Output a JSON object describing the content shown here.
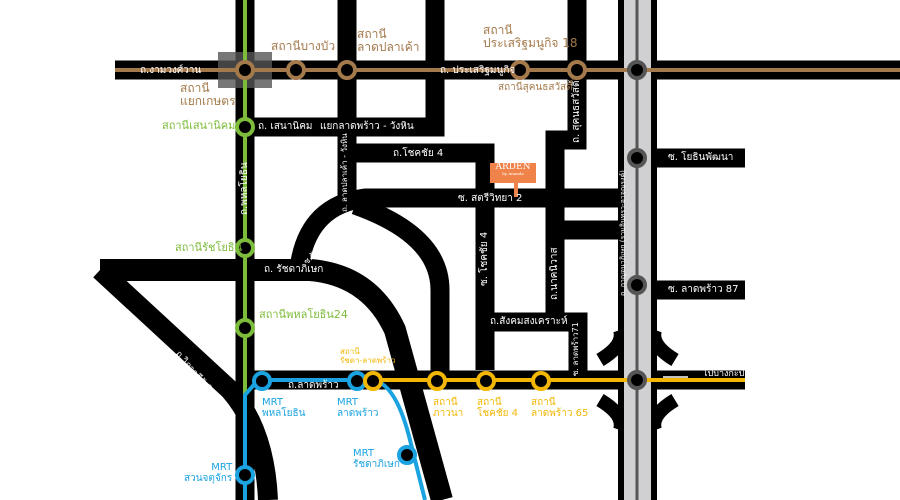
{
  "colors": {
    "brown_line": "#a47a4c",
    "green_line": "#7dbb3a",
    "blue_line": "#1aa3e0",
    "yellow_line": "#f2b705",
    "marker": "#f0834a",
    "road": "#000000",
    "expressway": "#d0d0d2"
  },
  "marker": {
    "name": "ARDEN",
    "tagline": "by Ananda"
  },
  "roads": {
    "ngam_wong_wan": "ถ.งามวงศ์วาน",
    "prasert": "ถ. ประเสริฐมนูกิจ",
    "senanikhom": "ถ. เสนานิคม",
    "lat_pla_khao_junction": "แยกลาดพร้าว - วังหิน",
    "phahonyothin": "ถ.พหลโยธิน",
    "lat_pla_khao": "ถ. ลาดปลาเค้า - วังหิน",
    "chokchai4_top": "ถ.โชคชัย 4",
    "sukhonthasawat": "ถ. สุคนธสวัสดิ์",
    "satri_witthaya2": "ซ. สตรีวิทยา 2",
    "ratchada32": "ซ.รัชดา 32",
    "ratchadaphisek": "ถ. รัชดาภิเษก",
    "chokchai4": "ซ. โชคชัย 4",
    "nak_niwat": "ถ.นาคนิวาส",
    "sangkhom": "ถ.สังคมสงเคราะห์",
    "ladprao71": "ซ. ลาดพร้าว71",
    "kaset_nawamin": "ถ. กาญจนาภิเษก (รามอินทรา-อาจณรงค์)",
    "yothin_phatthana": "ซ. โยธินพัฒนา",
    "ladprao87": "ซ. ลาดพร้าว 87",
    "to_bangkapi": "ไปบางกะปิ",
    "vibhavadi": "ถ.วิภาวดีรังสิต",
    "ladprao": "ถ.ลาดพร้าว"
  },
  "stations": {
    "bang_bua": "สถานีบางบัว",
    "lat_pla_khao": [
      "สถานี",
      "ลาดปลาเค้า"
    ],
    "prasert18": [
      "สถานี",
      "ประเสริฐมนูกิจ 18"
    ],
    "sukhonthasawat": "สถานีสุคนธสวัสดิ์",
    "kaset": [
      "สถานี",
      "แยกเกษตร"
    ],
    "senanikhom": "สถานีเสนานิคม",
    "ratchayothin": "สถานีรัชโยธิน",
    "phahon24": "สถานีพหลโยธิน24",
    "ratchada_ladprao": [
      "สถานี",
      "รัชดา-ลาดพร้าว"
    ],
    "mrt_phahon": [
      "MRT",
      "พหลโยธิน"
    ],
    "mrt_ladprao": [
      "MRT",
      "ลาดพร้าว"
    ],
    "mrt_ratchada": [
      "MRT",
      "รัชดาภิเษก"
    ],
    "mrt_chatuchak": [
      "MRT",
      "สวนจตุจักร"
    ],
    "phawana": [
      "สถานี",
      "ภาวนา"
    ],
    "chokchai4": [
      "สถานี",
      "โชคชัย 4"
    ],
    "ladprao65": [
      "สถานี",
      "ลาดพร้าว 65"
    ]
  }
}
